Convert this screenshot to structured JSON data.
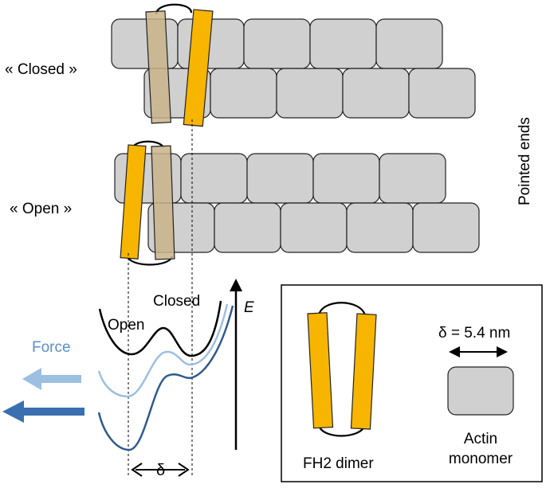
{
  "labels": {
    "closed_state": "« Closed »",
    "open_state": "« Open »",
    "pointed_ends": "Pointed ends",
    "curve_open": "Open",
    "curve_closed": "Closed",
    "energy_axis": "E",
    "force": "Force",
    "delta": "δ"
  },
  "legend": {
    "delta_label": "δ = 5.4 nm",
    "fh2_label": "FH2 dimer",
    "actin_label_line1": "Actin",
    "actin_label_line2": "monomer"
  },
  "colors": {
    "actin_fill": "#d0d0d0",
    "fh2_fill": "#f7b500",
    "force_light": "#9dbfe2",
    "force_dark": "#3a6fb0",
    "curve_mid": "#6f98c8",
    "curve_dark": "#2f5a8c"
  }
}
